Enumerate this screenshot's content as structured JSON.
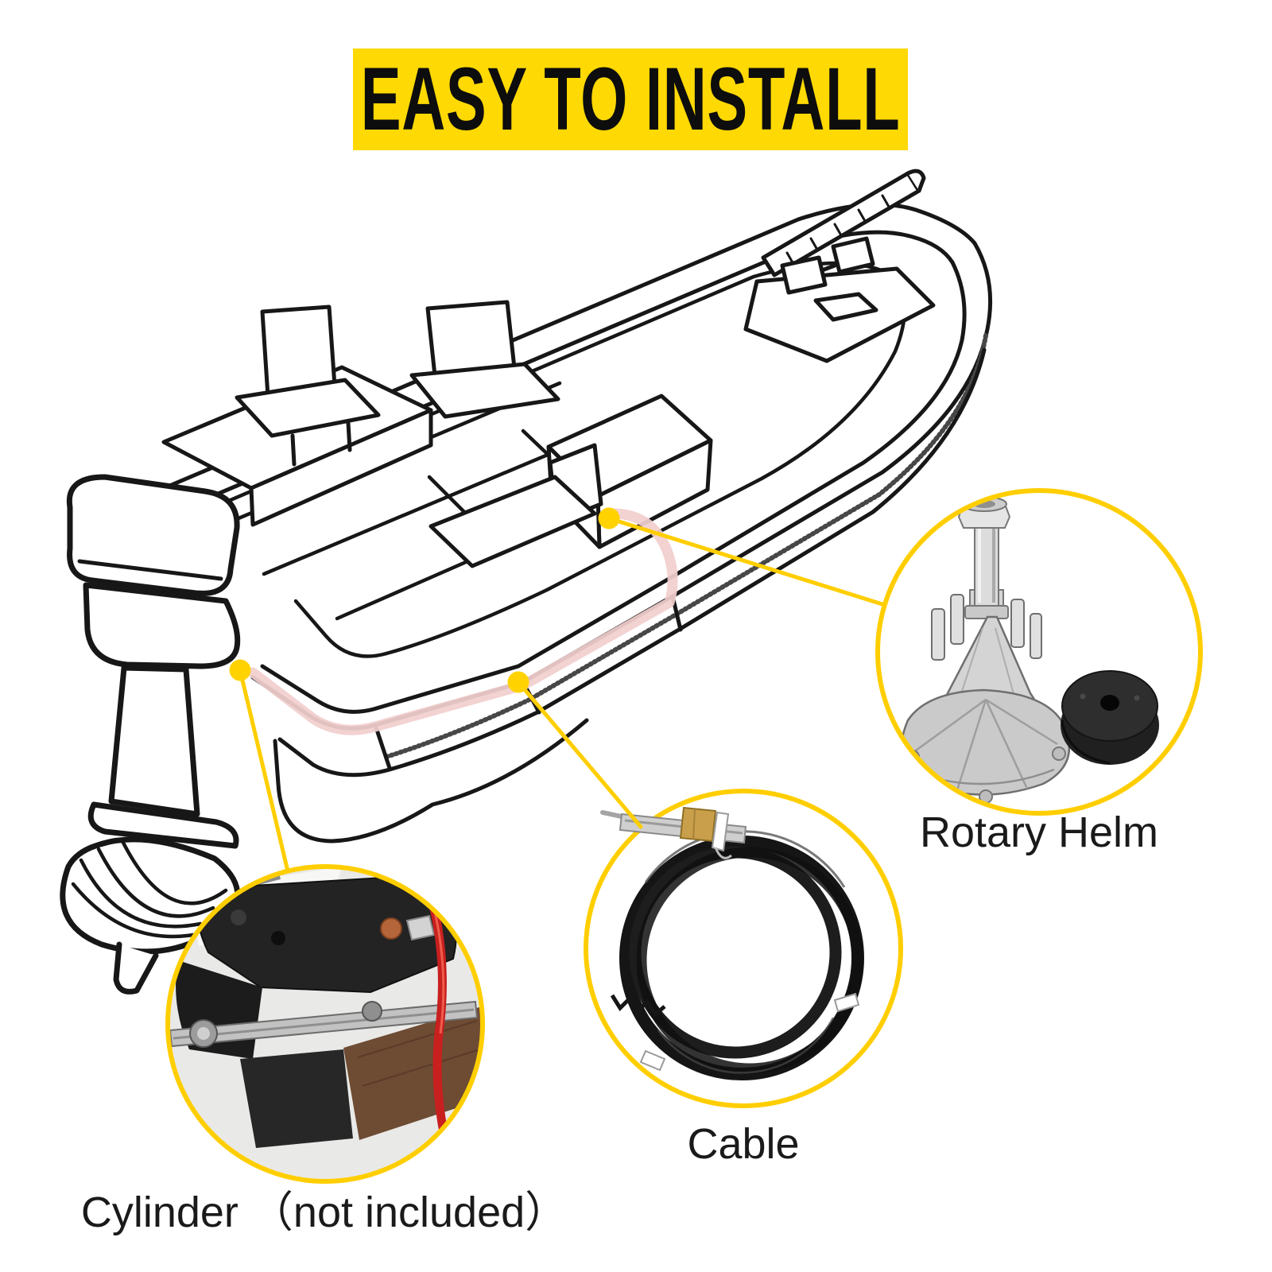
{
  "banner": {
    "text": "EASY TO INSTALL",
    "background_color": "#FFD903",
    "text_color": "#0D0D0D"
  },
  "diagram": {
    "subject": "boat-steering-system-installation",
    "boat_drawing": "isometric-boat-line-drawing",
    "cable_route_highlight_color": "#F2CFCF",
    "line_color": "#171717",
    "accent_yellow": "#FFCE00",
    "dot_yellow": "#FFD200",
    "red_hose_color": "#C81F1F"
  },
  "callouts": [
    {
      "id": "rotary-helm",
      "label": "Rotary Helm",
      "image": "rotary-helm-photo"
    },
    {
      "id": "cable",
      "label": "Cable",
      "image": "steering-cable-coil-photo"
    },
    {
      "id": "cylinder",
      "label": "Cylinder （not included）",
      "image": "engine-cylinder-photo"
    }
  ]
}
